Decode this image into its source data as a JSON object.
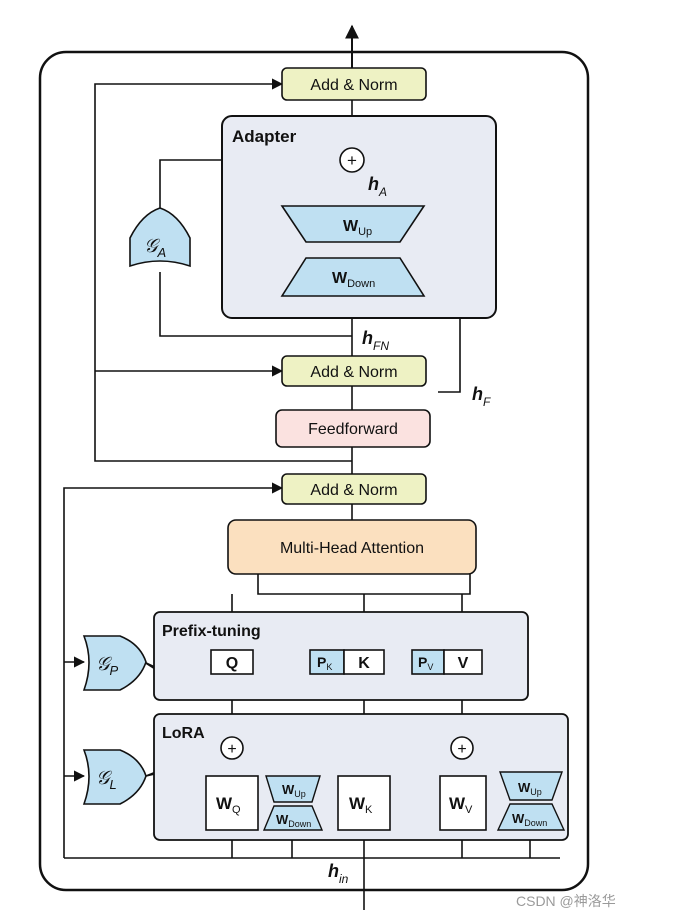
{
  "diagram": {
    "add_norm_top": "Add & Norm",
    "add_norm_mid": "Add & Norm",
    "add_norm_bottom": "Add & Norm",
    "feedforward": "Feedforward",
    "multi_head_attention": "Multi-Head Attention",
    "adapter": {
      "title": "Adapter",
      "w_up": "W",
      "w_up_sub": "Up",
      "w_down": "W",
      "w_down_sub": "Down",
      "h_a": "h",
      "h_a_sub": "A",
      "gate": "𝒢",
      "gate_sub": "A"
    },
    "h_fn": "h",
    "h_fn_sub": "FN",
    "h_f": "h",
    "h_f_sub": "F",
    "prefix_tuning": {
      "title": "Prefix-tuning",
      "q": "Q",
      "k": "K",
      "v": "V",
      "pk": "P",
      "pk_sub": "K",
      "pv": "P",
      "pv_sub": "V",
      "gate": "𝒢",
      "gate_sub": "P"
    },
    "lora": {
      "title": "LoRA",
      "wq": "W",
      "wq_sub": "Q",
      "wk": "W",
      "wk_sub": "K",
      "wv": "W",
      "wv_sub": "V",
      "w_up": "W",
      "w_up_sub": "Up",
      "w_down": "W",
      "w_down_sub": "Down",
      "gate": "𝒢",
      "gate_sub": "L"
    },
    "h_in": "h",
    "h_in_sub": "in",
    "plus": "+",
    "watermark": "CSDN @神洛华"
  }
}
